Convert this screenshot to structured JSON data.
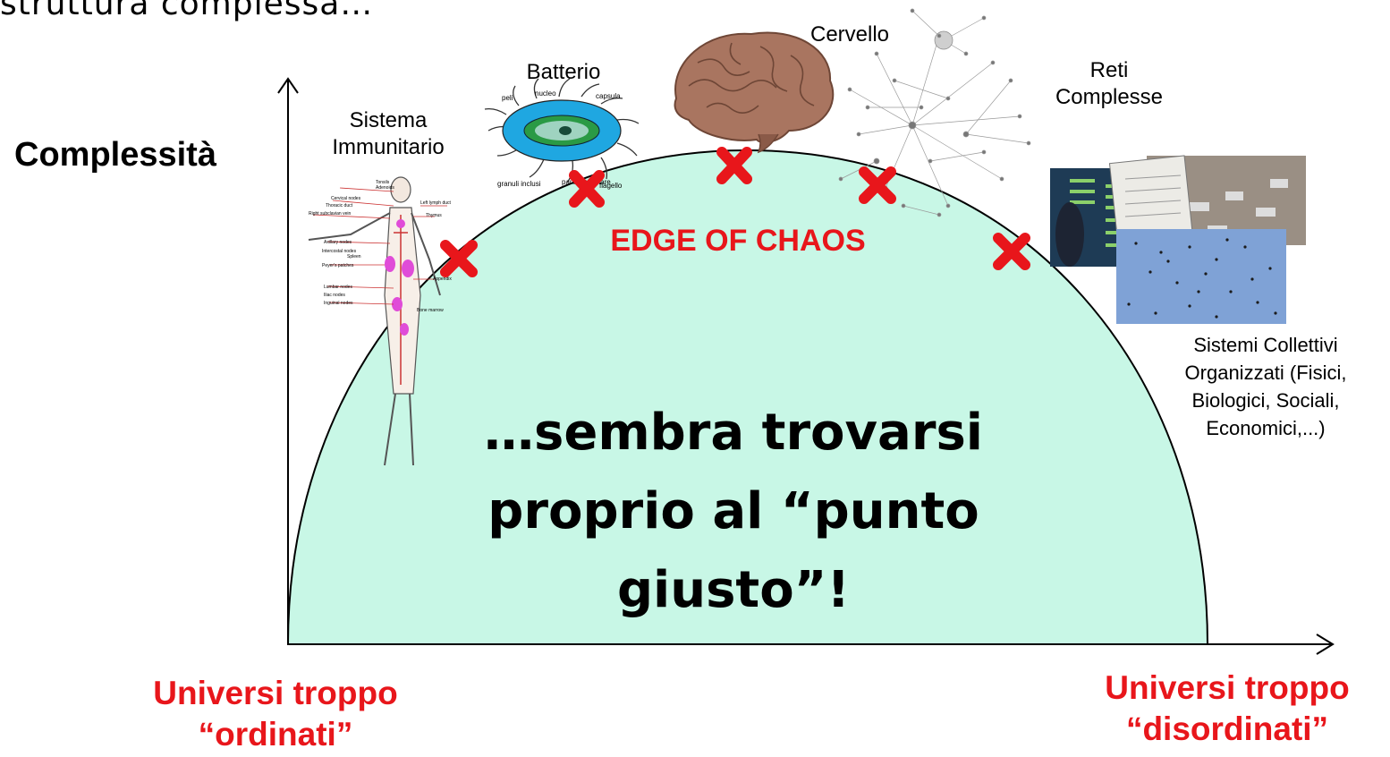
{
  "slide": {
    "top_fragment": "struttura complessa…",
    "y_axis_label": "Complessità",
    "x_axis_left": [
      "Universi troppo",
      "“ordinati”"
    ],
    "x_axis_right": [
      "Universi troppo",
      "“disordinati”"
    ],
    "edge_label": "EDGE OF CHAOS",
    "main_message": [
      "…sembra trovarsi",
      "proprio al “punto",
      "giusto”!"
    ]
  },
  "examples": {
    "immune": [
      "Sistema",
      "Immunitario"
    ],
    "bacterium": "Batterio",
    "brain": "Cervello",
    "networks": [
      "Reti",
      "Complesse"
    ],
    "collective": [
      "Sistemi Collettivi",
      "Organizzati (Fisici,",
      "Biologici, Sociali,",
      "Economici,...)"
    ]
  },
  "bacterium_parts": [
    "peli",
    "nucleo",
    "capsula",
    "granuli inclusi",
    "parete cellulare",
    "flagello"
  ],
  "immune_parts": [
    "Tonsils",
    "Adenoids",
    "Cervical nodes",
    "Thoracic duct",
    "Right subclavian vein",
    "Left lymph duct",
    "Thymus",
    "Axillary nodes",
    "Intercostal nodes",
    "Spleen",
    "Peyer's patches",
    "Appendix",
    "Lumbar nodes",
    "Iliac nodes",
    "Inguinal nodes",
    "Bone marrow"
  ],
  "colors": {
    "dome_fill": "#c8f7e6",
    "accent_red": "#e8161b",
    "axis": "#000000"
  }
}
